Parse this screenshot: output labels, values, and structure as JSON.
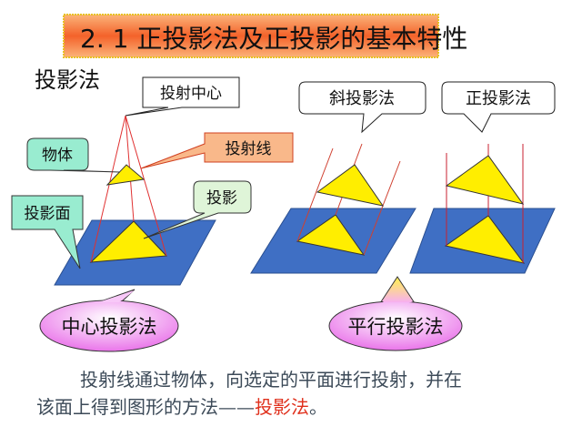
{
  "title": "2. 1  正投影法及正投影的基本特性",
  "section_heading": "投影法",
  "callouts": {
    "projection_center": "投射中心",
    "projection_line": "投射线",
    "object": "物体",
    "projection": "投影",
    "projection_plane": "投影面",
    "oblique": "斜投影法",
    "orthographic": "正投影法"
  },
  "ellipses": {
    "central": "中心投影法",
    "parallel": "平行投影法"
  },
  "description": {
    "line1": "投射线通过物体，向选定的平面进行投射，并在",
    "line2_prefix": "该面上得到图形的方法——",
    "line2_highlight": "投影法",
    "line2_suffix": "。"
  },
  "colors": {
    "plane": "#3f6fc4",
    "triangle": "#ffee00",
    "ray": "#e03030",
    "teal": "#99ecd0",
    "orange": "#f9b88a",
    "pink": "#f08cf0"
  }
}
